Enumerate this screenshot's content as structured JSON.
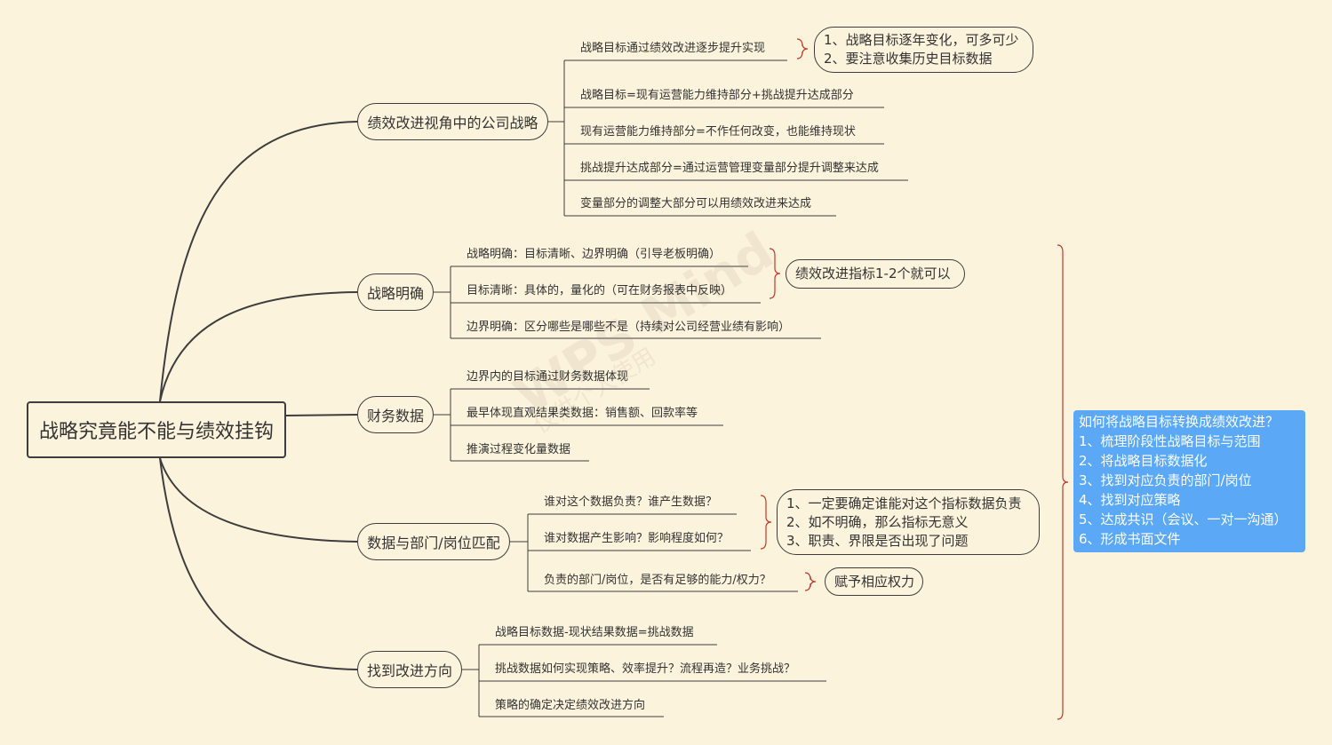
{
  "root": "战略究竟能不能与绩效挂钩",
  "watermark": {
    "main": "WPS Mind",
    "sub": "仅供个人使用"
  },
  "branches": [
    {
      "title": "绩效改进视角中的公司战略",
      "items": [
        "战略目标通过绩效改进逐步提升实现",
        "战略目标=现有运营能力维持部分+挑战提升达成部分",
        "现有运营能力维持部分=不作任何改变，也能维持现状",
        "挑战提升达成部分=通过运营管理变量部分提升调整来达成",
        "变量部分的调整大部分可以用绩效改进来达成"
      ]
    },
    {
      "title": "战略明确",
      "items": [
        "战略明确：目标清晰、边界明确（引导老板明确）",
        "目标清晰：具体的，量化的（可在财务报表中反映）",
        "边界明确：区分哪些是哪些不是（持续对公司经营业绩有影响）"
      ]
    },
    {
      "title": "财务数据",
      "items": [
        "边界内的目标通过财务数据体现",
        "最早体现直观结果类数据：销售额、回款率等",
        "推演过程变化量数据"
      ]
    },
    {
      "title": "数据与部门/岗位匹配",
      "items": [
        "谁对这个数据负责？谁产生数据？",
        "谁对数据产生影响？影响程度如何？",
        "负责的部门/岗位，是否有足够的能力/权力？"
      ]
    },
    {
      "title": "找到改进方向",
      "items": [
        "战略目标数据-现状结果数据=挑战数据",
        "挑战数据如何实现策略、效率提升？流程再造？业务挑战？",
        "策略的确定决定绩效改进方向"
      ]
    }
  ],
  "summaries": [
    {
      "lines": [
        "1、战略目标逐年变化，可多可少",
        "2、要注意收集历史目标数据"
      ]
    },
    {
      "lines": [
        "绩效改进指标1-2个就可以"
      ]
    },
    {
      "lines": [
        "1、一定要确定谁能对这个指标数据负责",
        "2、如不明确，那么指标无意义",
        "3、职责、界限是否出现了问题"
      ]
    },
    {
      "lines": [
        "赋予相应权力"
      ]
    }
  ],
  "overall": {
    "lines": [
      "如何将战略目标转换成绩效改进？",
      "1、梳理阶段性战略目标与范围",
      "2、将战略目标数据化",
      "3、找到对应负责的部门/岗位",
      "4、找到对应策略",
      "5、达成共识（会议、一对一沟通）",
      "6、形成书面文件"
    ]
  },
  "colors": {
    "background": "#fcf3dc",
    "line": "#3d3d3d",
    "brace": "#c0392b",
    "info_bg": "#5aa8f6",
    "info_text": "#ffffff"
  }
}
